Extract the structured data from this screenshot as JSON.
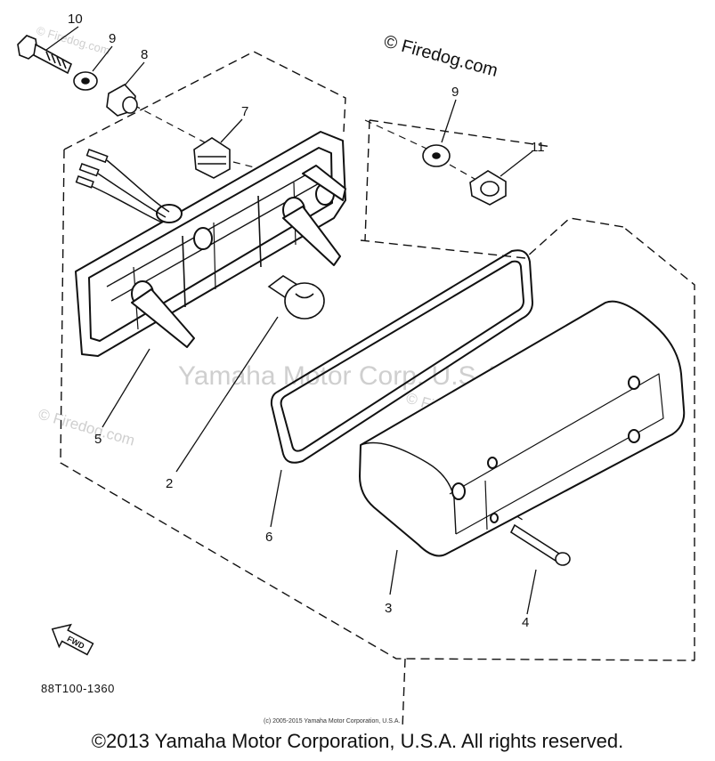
{
  "watermarks": {
    "firedog": "© Firedog.com",
    "firedog_faint": "© Firedog.com",
    "yamaha": "Yamaha Motor Corp. U.S.A."
  },
  "labels": {
    "p10": "10",
    "p9a": "9",
    "p8": "8",
    "p7": "7",
    "p9b": "9",
    "p11": "11",
    "p5": "5",
    "p2": "2",
    "p6": "6",
    "p3": "3",
    "p4": "4"
  },
  "fwd_label": "FWD",
  "diagram_code": "88T100-1360",
  "small_copyright": "(c) 2005-2015 Yamaha Motor Corporation, U.S.A.",
  "copyright": "©2013 Yamaha Motor Corporation, U.S.A. All rights reserved."
}
